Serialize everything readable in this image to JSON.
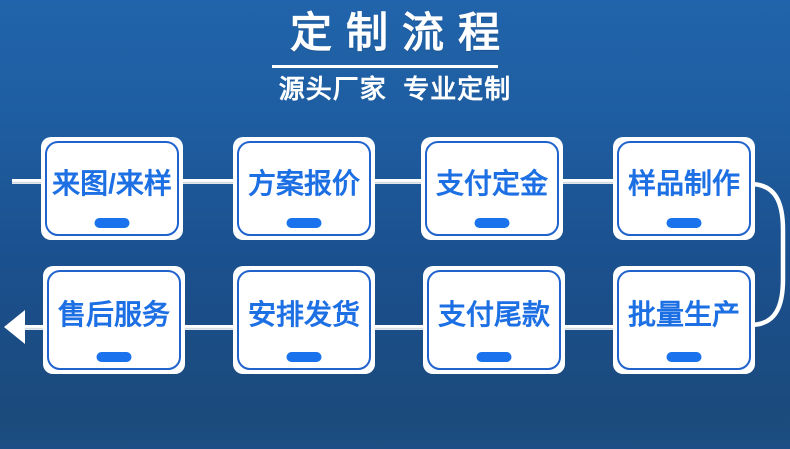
{
  "banner": {
    "title": "定制流程",
    "subtitle": "源头厂家  专业定制"
  },
  "flow": {
    "steps": [
      {
        "order": 1,
        "label": "来图/来样"
      },
      {
        "order": 2,
        "label": "方案报价"
      },
      {
        "order": 3,
        "label": "支付定金"
      },
      {
        "order": 4,
        "label": "样品制作"
      },
      {
        "order": 5,
        "label": "批量生产"
      },
      {
        "order": 6,
        "label": "支付尾款"
      },
      {
        "order": 7,
        "label": "安排发货"
      },
      {
        "order": 8,
        "label": "售后服务"
      }
    ],
    "layout_rows": [
      [
        "来图/来样",
        "方案报价",
        "支付定金",
        "样品制作"
      ],
      [
        "售后服务",
        "安排发货",
        "支付尾款",
        "批量生产"
      ]
    ],
    "direction": "row1 left-to-right, curves down at right edge, row2 right-to-left, ends at left arrow"
  },
  "icons": {
    "flow_end_arrow": "left-arrow-icon ◀"
  },
  "colors": {
    "background_top": "#2164ab",
    "background_bottom": "#1b4a7c",
    "box_background": "#ffffff",
    "box_border": "#2063cd",
    "step_text": "#1d6fe4",
    "step_dash": "#1a73ed",
    "connector": "#ffffff",
    "title_text": "#ffffff"
  }
}
